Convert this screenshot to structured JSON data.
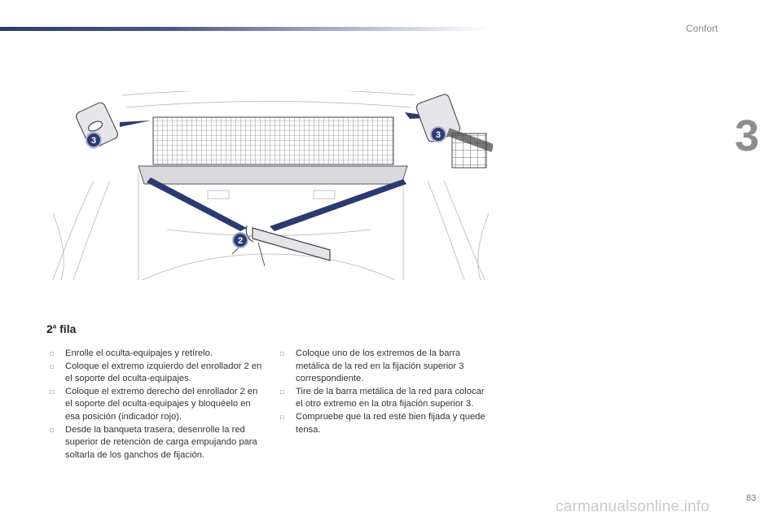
{
  "header": {
    "section": "Confort",
    "chapter": "3"
  },
  "figure": {
    "callouts": [
      "3",
      "3",
      "2"
    ]
  },
  "heading": {
    "prefix": "2",
    "sup": "a",
    "text": "fila"
  },
  "col1": [
    "Enrolle el oculta-equipajes y retírelo.",
    "Coloque el extremo izquierdo del enrollador 2 en el soporte del oculta-equipajes.",
    "Coloque el extremo derecho del enrollador 2 en el soporte del oculta-equipajes y bloquéelo en esa posición (indicador rojo).",
    "Desde la banqueta trasera, desenrolle la red superior de retención de carga empujando para soltarla de los ganchos de fijación."
  ],
  "col2": [
    "Coloque uno de los extremos de la barra metálica de la red en la fijación superior 3 correspondiente.",
    "Tire de la barra metálica de la red para colocar el otro extremo en la otra fijación superior 3.",
    "Compruebe que la red esté bien fijada y quede tensa."
  ],
  "footer": {
    "page": "83",
    "watermark": "carmanualsonline.info"
  }
}
